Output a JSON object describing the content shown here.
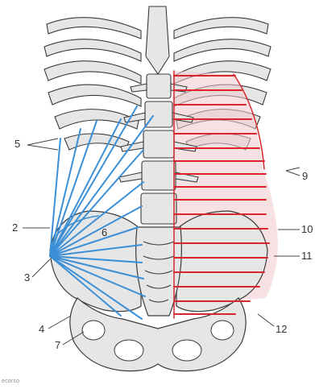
{
  "diagram": {
    "labels": {
      "l2": "2",
      "l3": "3",
      "l4": "4",
      "l5": "5",
      "l6": "6",
      "l7": "7",
      "l9": "9",
      "l10": "10",
      "l11": "11",
      "l12": "12"
    },
    "credit": "ecorso"
  },
  "colors": {
    "bone_fill": "#e6e6e6",
    "bone_outline": "#3a3a3a",
    "blue_lines": "#3b8fd6",
    "red_lines": "#d8262c",
    "red_fill": "#f3c9cc",
    "leader_lines": "#444444"
  }
}
